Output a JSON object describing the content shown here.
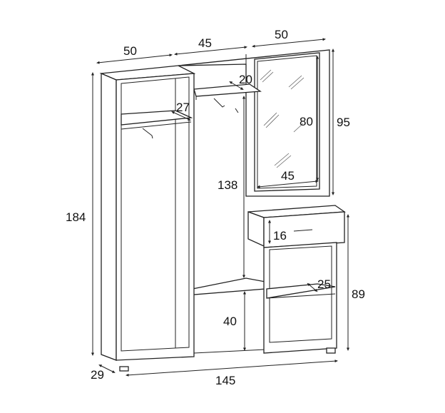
{
  "dimensions": {
    "left_width": "50",
    "middle_width": "45",
    "right_width": "50",
    "total_height": "184",
    "mirror_panel_height": "95",
    "mirror_height": "80",
    "mirror_width": "45",
    "hat_shelf_depth": "20",
    "left_shelf_depth": "27",
    "hanging_height": "138",
    "drawer_height": "16",
    "right_shelf_depth": "25",
    "right_cabinet_height": "89",
    "bottom_compartment_height": "40",
    "depth": "29",
    "total_width": "145"
  }
}
